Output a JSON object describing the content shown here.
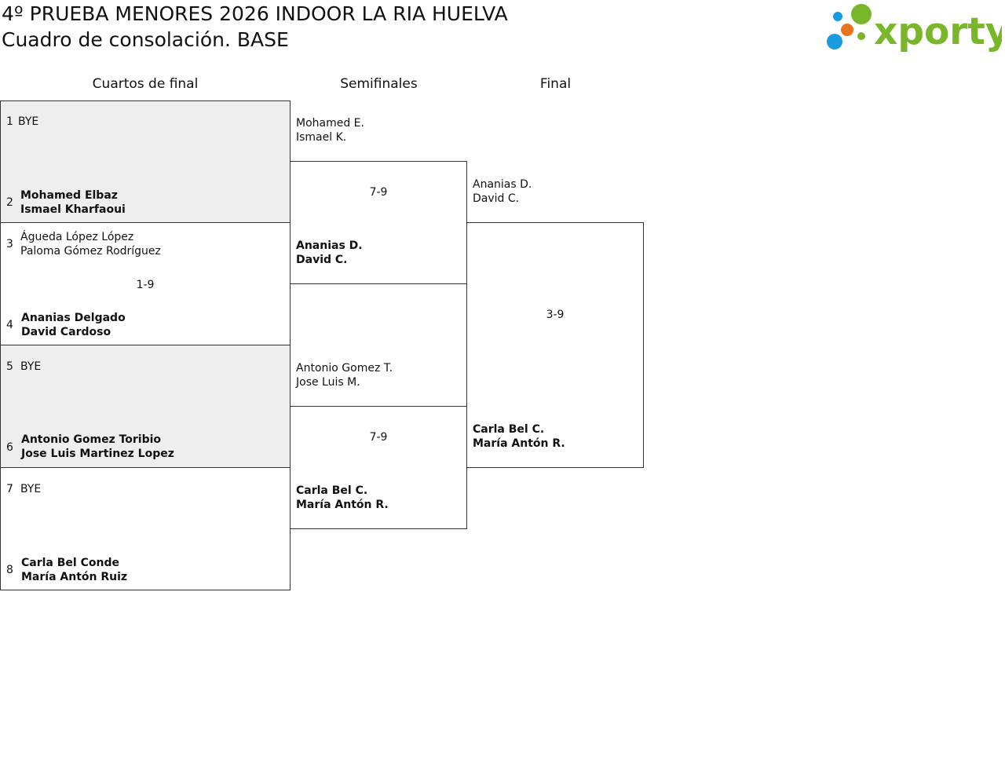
{
  "header": {
    "title": "4º PRUEBA MENORES 2026 INDOOR LA RIA HUELVA",
    "subtitle": "Cuadro de consolación. BASE",
    "logo_text": "xporty",
    "logo_colors": {
      "green": "#7ab62a",
      "blue": "#1a9be0",
      "orange": "#e8741e"
    }
  },
  "rounds": {
    "quarterfinals": "Cuartos de final",
    "semifinals": "Semifinales",
    "final": "Final"
  },
  "quarterfinals": [
    {
      "top": {
        "seed": "1",
        "line1": "BYE",
        "line2": ""
      },
      "bottom": {
        "seed": "2",
        "line1": "Mohamed Elbaz",
        "line2": "Ismael Kharfaoui"
      },
      "score": ""
    },
    {
      "top": {
        "seed": "3",
        "line1": "Águeda López López",
        "line2": "Paloma Gómez Rodríguez"
      },
      "bottom": {
        "seed": "4",
        "line1": "Ananias Delgado",
        "line2": "David Cardoso"
      },
      "score": "1-9"
    },
    {
      "top": {
        "seed": "5",
        "line1": "BYE",
        "line2": ""
      },
      "bottom": {
        "seed": "6",
        "line1": "Antonio Gomez Toribio",
        "line2": "Jose Luis Martinez Lopez"
      },
      "score": ""
    },
    {
      "top": {
        "seed": "7",
        "line1": "BYE",
        "line2": ""
      },
      "bottom": {
        "seed": "8",
        "line1": "Carla Bel Conde",
        "line2": "María Antón Ruiz"
      },
      "score": ""
    }
  ],
  "semifinals": [
    {
      "top": {
        "line1": "Mohamed E.",
        "line2": "Ismael K."
      },
      "bottom": {
        "line1": "Ananias D.",
        "line2": "David C."
      },
      "score": "7-9"
    },
    {
      "top": {
        "line1": "Antonio Gomez T.",
        "line2": "Jose Luis M."
      },
      "bottom": {
        "line1": "Carla Bel C.",
        "line2": "María Antón R."
      },
      "score": "7-9"
    }
  ],
  "final": {
    "top": {
      "line1": "Ananias D.",
      "line2": "David C."
    },
    "bottom": {
      "line1": "Carla Bel C.",
      "line2": "María Antón R."
    },
    "score": "3-9"
  }
}
